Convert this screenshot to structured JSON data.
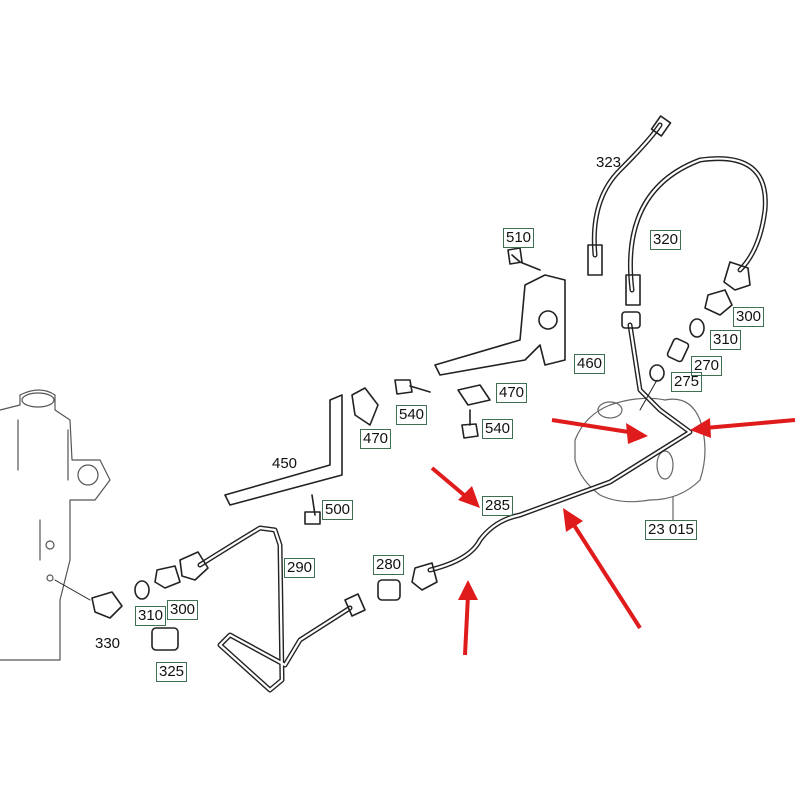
{
  "diagram": {
    "type": "exploded parts diagram - power steering lines",
    "part_labels": [
      {
        "id": "323",
        "boxed": false
      },
      {
        "id": "320",
        "boxed": true
      },
      {
        "id": "510",
        "boxed": true
      },
      {
        "id": "300",
        "boxed": true
      },
      {
        "id": "310",
        "boxed": true
      },
      {
        "id": "270",
        "boxed": true
      },
      {
        "id": "275",
        "boxed": true
      },
      {
        "id": "460",
        "boxed": true
      },
      {
        "id": "470",
        "boxed": true
      },
      {
        "id": "540",
        "boxed": true
      },
      {
        "id": "540",
        "boxed": true
      },
      {
        "id": "470",
        "boxed": true
      },
      {
        "id": "450",
        "boxed": false
      },
      {
        "id": "500",
        "boxed": true
      },
      {
        "id": "285",
        "boxed": true
      },
      {
        "id": "23 015",
        "boxed": true
      },
      {
        "id": "290",
        "boxed": true
      },
      {
        "id": "280",
        "boxed": true
      },
      {
        "id": "310",
        "boxed": true
      },
      {
        "id": "300",
        "boxed": true
      },
      {
        "id": "330",
        "boxed": false
      },
      {
        "id": "325",
        "boxed": true
      }
    ],
    "highlight_color": "#e01b1b",
    "line_color": "#222222",
    "label_box_color": "#3f6f52"
  }
}
